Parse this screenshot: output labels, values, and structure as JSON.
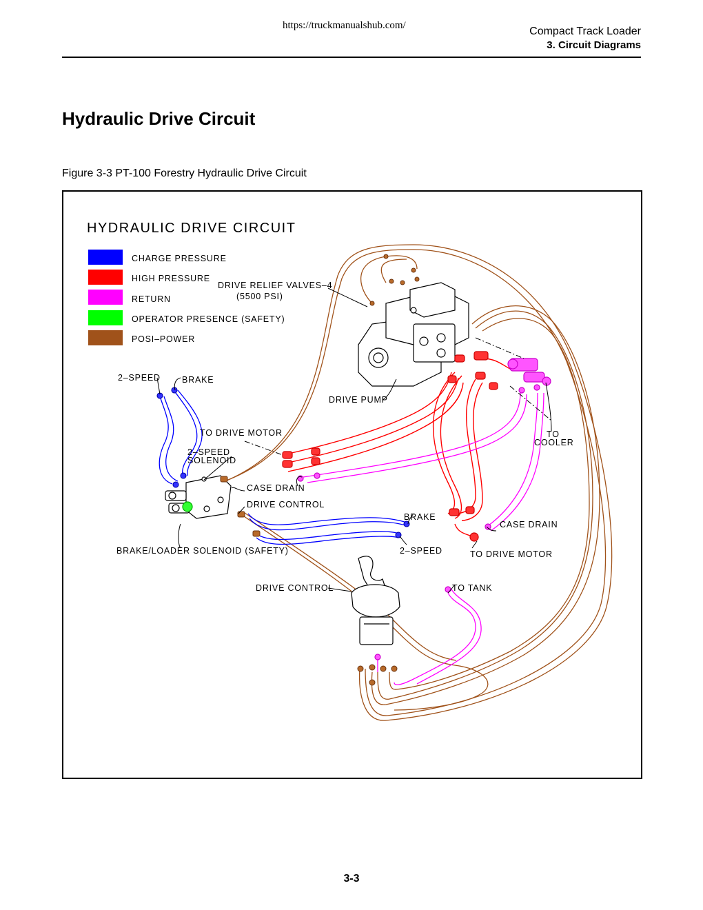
{
  "header": {
    "url": "https://truckmanualshub.com/",
    "product": "Compact Track Loader",
    "section": "3. Circuit Diagrams"
  },
  "page": {
    "title": "Hydraulic Drive Circuit",
    "figure_caption": "Figure 3-3   PT-100 Forestry Hydraulic Drive Circuit",
    "page_number": "3-3"
  },
  "diagram": {
    "title": "HYDRAULIC  DRIVE  CIRCUIT",
    "legend": [
      {
        "label": "CHARGE  PRESSURE",
        "color": "#0000ff"
      },
      {
        "label": "HIGH  PRESSURE",
        "color": "#ff0000"
      },
      {
        "label": "RETURN",
        "color": "#ff00ff"
      },
      {
        "label": "OPERATOR  PRESENCE  (SAFETY)",
        "color": "#00ff00"
      },
      {
        "label": "POSI–POWER",
        "color": "#a0521a"
      }
    ],
    "labels": {
      "relief_valves": "DRIVE  RELIEF  VALVES–4",
      "relief_pressure": "(5500  PSI)",
      "two_speed_top": "2–SPEED",
      "brake_top": "BRAKE",
      "drive_pump": "DRIVE  PUMP",
      "to_drive_motor_top": "TO  DRIVE  MOTOR",
      "two_speed_solenoid_1": "2–SPEED",
      "two_speed_solenoid_2": "SOLENOID",
      "to_cooler_1": "TO",
      "to_cooler_2": "COOLER",
      "case_drain_top": "CASE  DRAIN",
      "drive_control_top": "DRIVE  CONTROL",
      "brake_mid": "BRAKE",
      "case_drain_right": "CASE  DRAIN",
      "brake_loader_solenoid": "BRAKE/LOADER  SOLENOID  (SAFETY)",
      "two_speed_mid": "2–SPEED",
      "to_drive_motor_bottom": "TO  DRIVE  MOTOR",
      "drive_control_bottom": "DRIVE  CONTROL",
      "to_tank": "TO    TANK"
    }
  }
}
